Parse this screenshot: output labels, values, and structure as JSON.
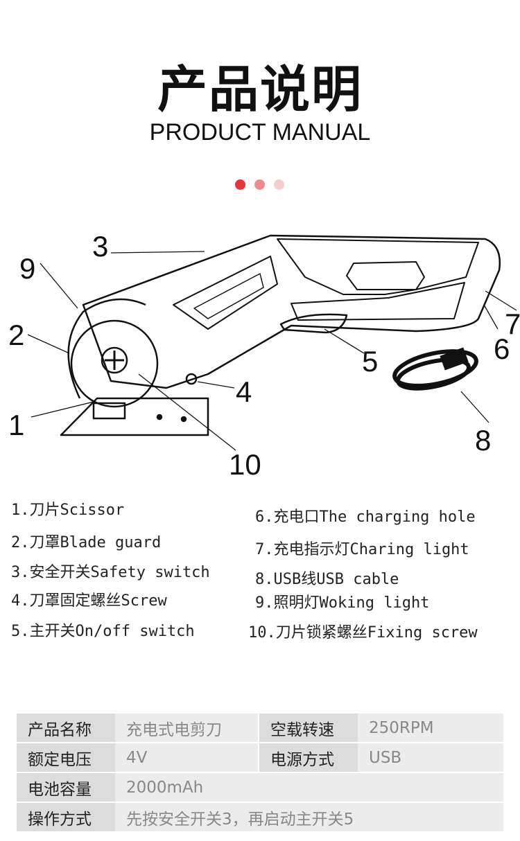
{
  "header": {
    "title_cn": "产品说明",
    "title_en": "PRODUCT MANUAL",
    "dots": [
      "#e8323c",
      "#f08a92",
      "#f7cdd0"
    ]
  },
  "diagram": {
    "callouts": [
      "1",
      "2",
      "3",
      "4",
      "5",
      "6",
      "7",
      "8",
      "9",
      "10"
    ]
  },
  "parts_left": [
    "1.刀片Scissor",
    "2.刀罩Blade guard",
    "3.安全开关Safety switch",
    "4.刀罩固定螺丝Screw",
    "5.主开关On/off switch"
  ],
  "parts_right": [
    "6.充电口The charging hole",
    "7.充电指示灯Charing light",
    "8.USB线USB cable",
    "9.照明灯Woking light",
    "10.刀片锁紧螺丝Fixing screw"
  ],
  "specs": {
    "row1": {
      "k1": "产品名称",
      "v1": "充电式电剪刀",
      "k2": "空载转速",
      "v2": "250RPM"
    },
    "row2": {
      "k1": "额定电压",
      "v1": "4V",
      "k2": "电源方式",
      "v2": "USB"
    },
    "row3": {
      "k1": "电池容量",
      "v1": "2000mAh"
    },
    "row4": {
      "k1": "操作方式",
      "v1": "先按安全开关3，再启动主开关5"
    }
  }
}
